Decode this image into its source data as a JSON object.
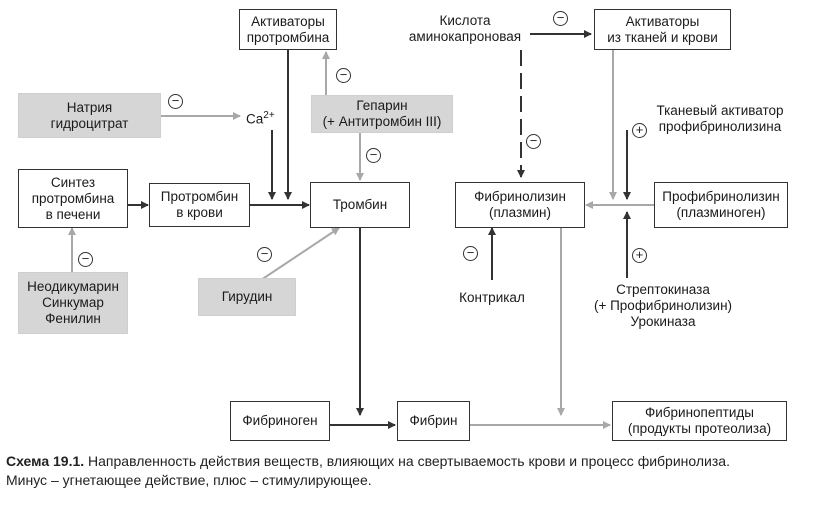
{
  "nodes": {
    "activators_prothrombin": "Активаторы\nпротромбина",
    "aminocaproic_acid": "Кислота\nаминокапроновая",
    "activators_tissue_blood": "Активаторы\nиз тканей и крови",
    "sodium_hydrocitrate": "Натрия\nгидроцитрат",
    "calcium": "Ca",
    "calcium_sup": "2+",
    "heparin": "Гепарин\n(+ Антитромбин III)",
    "tissue_activator": "Тканевый активатор\nпрофибринолизина",
    "prothrombin_synthesis": "Синтез\nпротромбина\nв печени",
    "prothrombin_blood": "Протромбин\nв крови",
    "thrombin": "Тромбин",
    "fibrinolysin": "Фибринолизин\n(плазмин)",
    "profibrinolysin": "Профибринолизин\n(плазминоген)",
    "hirudin": "Гирудин",
    "contrical": "Контрикал",
    "streptokinase": "Стрептокиназа\n(+ Профибринолизин)\nУрокиназа",
    "anticoagulants": "Неодикумарин\nСинкумар\nФенилин",
    "fibrinogen": "Фибриноген",
    "fibrin": "Фибрин",
    "fibrinopeptides": "Фибринопептиды\n(продукты протеолиза)"
  },
  "signs": {
    "minus": "−",
    "plus": "+"
  },
  "caption": {
    "title": "Схема 19.1.",
    "text": " Направленность действия веществ, влияющих на свертываемость крови и процесс фибринолиза.",
    "legend": "Минус – угнетающее действие, плюс – стимулирующее."
  }
}
